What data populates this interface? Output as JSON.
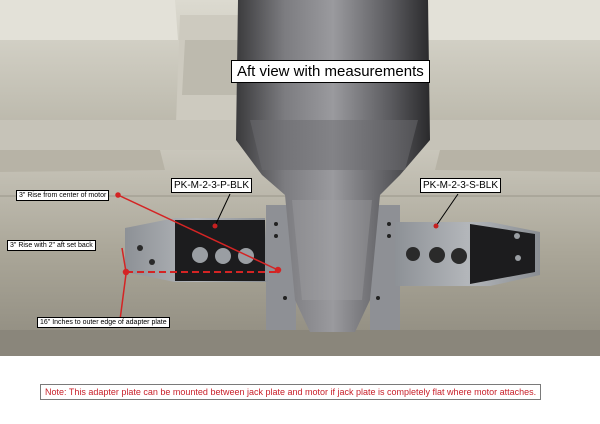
{
  "title": "Aft view with measurements",
  "parts": {
    "port": "PK-M-2-3-P-BLK",
    "starboard": "PK-M-2-3-S-BLK"
  },
  "measurements": {
    "rise_center": "3\" Rise from center of motor",
    "rise_setback": "3\" Rise with 2\" aft set back",
    "outer_edge": "16\" Inches to outer edge of adapter plate"
  },
  "note": "Note: This adapter plate can be mounted between jack plate and motor if jack plate is completely flat where motor attaches.",
  "colors": {
    "measure_line": "#d42424",
    "note_text": "#c8202a",
    "hull": "#a39f92",
    "plate": "#9a9ea3"
  }
}
